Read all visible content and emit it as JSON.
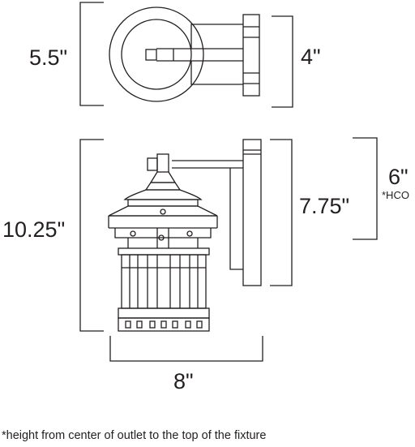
{
  "dimensions": {
    "top_height": "5.5\"",
    "top_width": "4\"",
    "overall_height": "10.25\"",
    "backplate_height": "7.75\"",
    "hco": "6\"",
    "hco_label": "*HCO",
    "overall_width": "8\""
  },
  "footnote": "*height from center of outlet to the top of the fixture",
  "colors": {
    "line": "#231f20",
    "background": "#ffffff"
  }
}
